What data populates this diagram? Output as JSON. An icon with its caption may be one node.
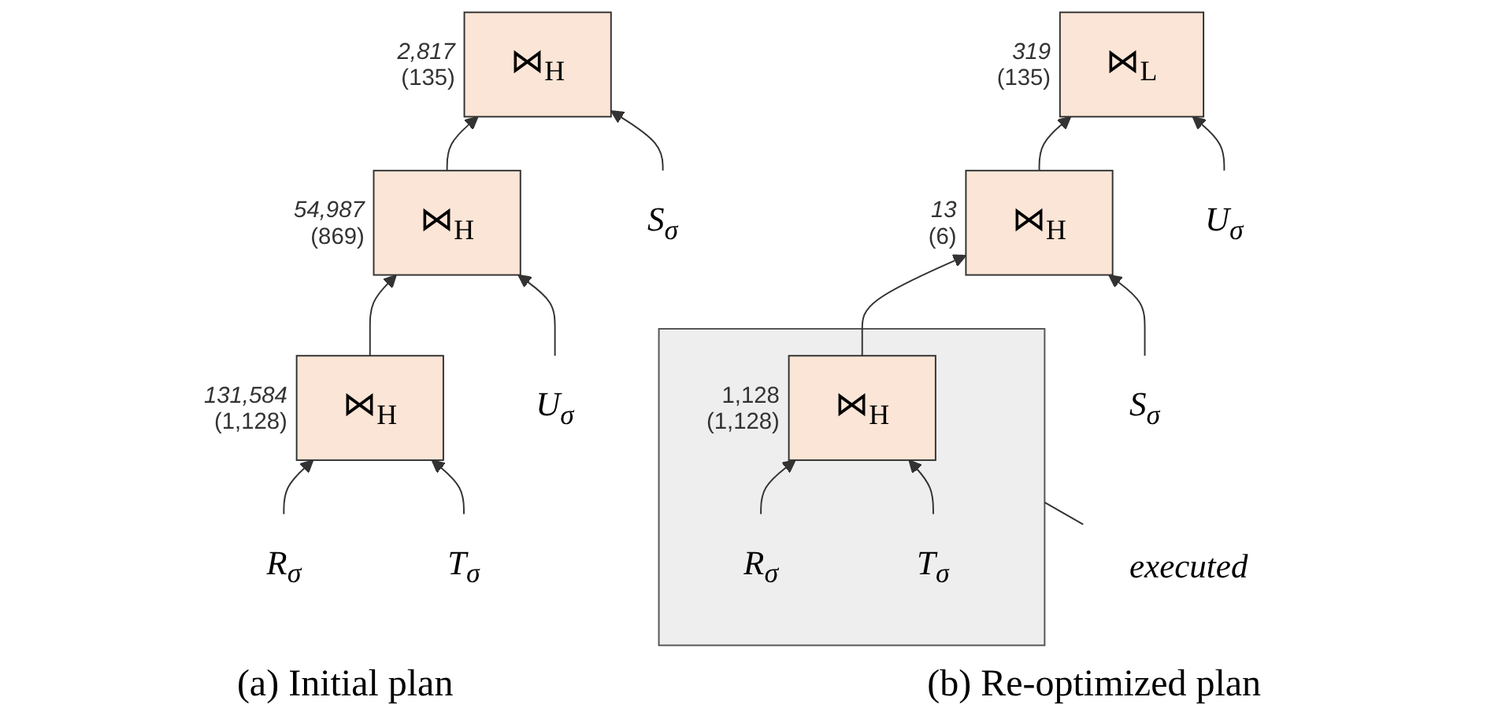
{
  "diagram": {
    "nodes": [
      {
        "text": [
          "⋈$_{H}$"
        ],
        "beside": [
          "2,817",
          "(135)"
        ]
      },
      {
        "text": [
          "⋈$_{H}$"
        ],
        "beside": [
          "54,987",
          "(869)"
        ]
      },
      {
        "text": [
          "⋈$_{H}$"
        ],
        "beside": [
          "131,584",
          "(1,128)"
        ]
      },
      {
        "text": [
          "S$_{σ}$"
        ]
      },
      {
        "text": [
          "U$_{σ}$"
        ]
      },
      {
        "text": [
          "R$_{σ}$"
        ]
      },
      {
        "text": [
          "T$_{σ}$"
        ]
      },
      {
        "text": [
          "⋈$_{L}$"
        ],
        "beside": [
          "319",
          "(135)"
        ]
      },
      {
        "text": [
          "⋈$_{H}$"
        ],
        "beside": [
          "13",
          "(6)"
        ]
      },
      {
        "text": [
          "U$_{σ}$"
        ]
      },
      {
        "text": [],
        "shape": "box"
      },
      {
        "text": [
          "⋈$_{H}$"
        ],
        "beside": [
          "1,128",
          "(1,128)"
        ],
        "in": 10
      },
      {
        "text": [
          "S$_{σ}$"
        ]
      },
      {
        "text": [
          "R$_{σ}$"
        ],
        "in": 10
      },
      {
        "text": [
          "T$_{σ}$"
        ],
        "in": 10
      },
      {
        "text": [
          "executed"
        ]
      }
    ],
    "edges": [
      {
        "from": 1,
        "to": 0,
        "arrow": "to"
      },
      {
        "from": 3,
        "to": 0,
        "arrow": "to"
      },
      {
        "from": 2,
        "to": 1,
        "arrow": "to"
      },
      {
        "from": 4,
        "to": 1,
        "arrow": "to"
      },
      {
        "from": 5,
        "to": 2,
        "arrow": "to"
      },
      {
        "from": 6,
        "to": 2,
        "arrow": "to"
      },
      {
        "from": 8,
        "to": 7,
        "arrow": "to"
      },
      {
        "from": 9,
        "to": 7,
        "arrow": "to"
      },
      {
        "from": 11,
        "to": 8,
        "arrow": "to"
      },
      {
        "from": 12,
        "to": 8,
        "arrow": "to"
      },
      {
        "from": 13,
        "to": 11,
        "arrow": "to"
      },
      {
        "from": 14,
        "to": 11,
        "arrow": "to"
      },
      {
        "from": 15,
        "to": 10,
        "arrow": "none"
      }
    ],
    "labels": [
      "(a) Initial plan",
      "(b) Re-optimized plan"
    ]
  }
}
